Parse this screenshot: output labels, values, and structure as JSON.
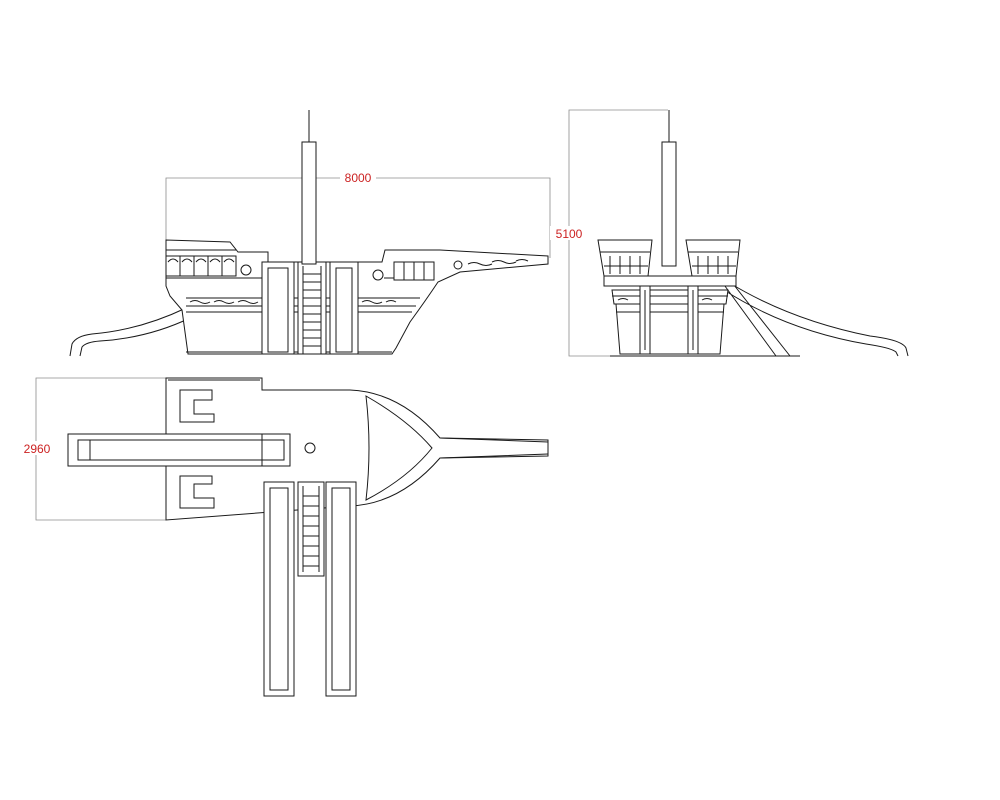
{
  "dimensions": {
    "length": "8000",
    "height": "5100",
    "width": "2960"
  },
  "colors": {
    "line": "#1a1a1a",
    "dimension_text": "#cc2222",
    "dimension_line": "#8c8c8c",
    "background": "#ffffff"
  }
}
